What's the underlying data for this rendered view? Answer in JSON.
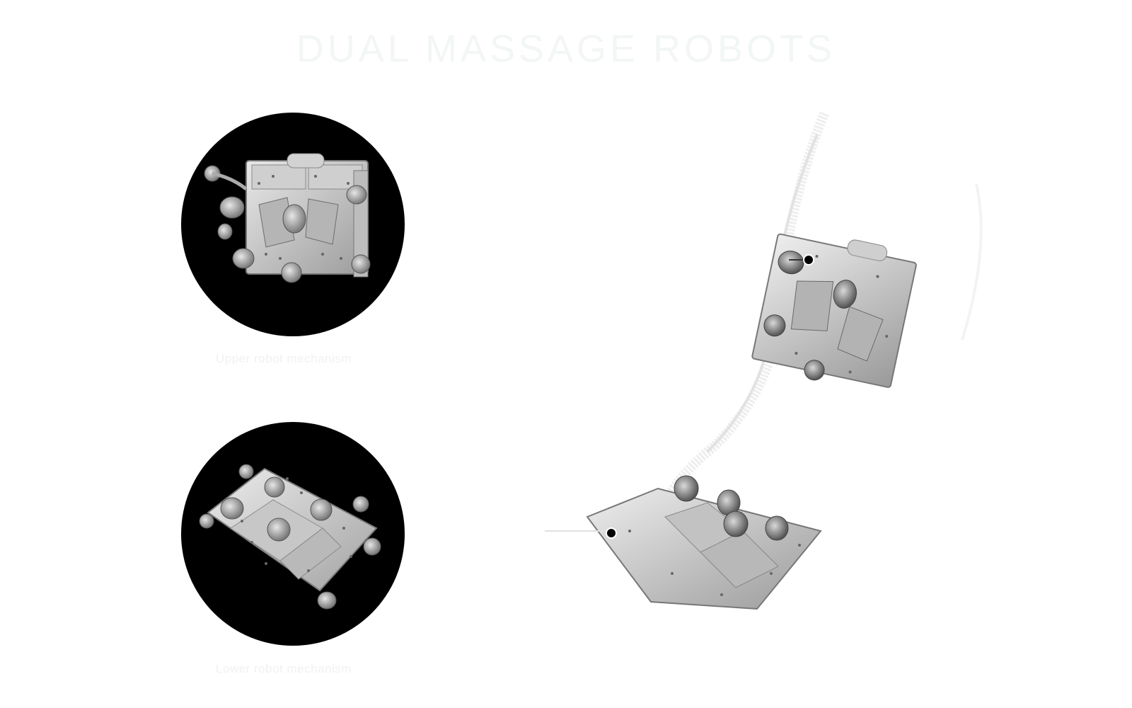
{
  "headline": "DUAL MASSAGE ROBOTS",
  "panels": {
    "upper": {
      "icon": "upper-massage-robot-icon",
      "caption": "Upper robot mechanism"
    },
    "lower": {
      "icon": "lower-massage-robot-icon",
      "caption": "Lower robot mechanism"
    }
  },
  "scene": {
    "icon": "massage-chair-track-icon"
  },
  "colors": {
    "panel_background": "#000000",
    "page_background": "#ffffff",
    "metal_light": "#d8d8d8",
    "metal_mid": "#a9a9a9",
    "metal_dark": "#6f6f6f"
  }
}
